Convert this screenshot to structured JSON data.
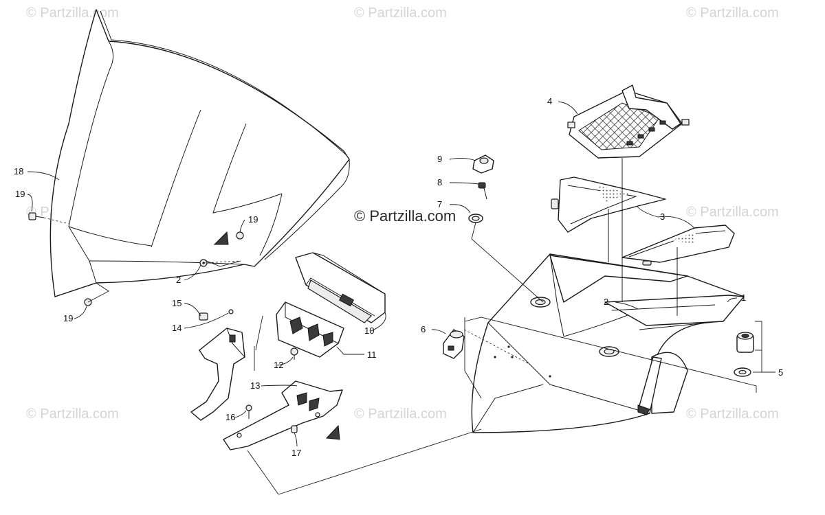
{
  "watermarks": {
    "text": "© Partzilla.com",
    "center_text": "© Partzilla.com"
  },
  "callouts": [
    "1",
    "2",
    "3",
    "4",
    "5",
    "6",
    "7",
    "8",
    "9",
    "10",
    "11",
    "12",
    "13",
    "14",
    "15",
    "16",
    "17",
    "18",
    "19"
  ],
  "colors": {
    "line": "#1a1a1a",
    "watermark": "#d4d4d4",
    "background": "#ffffff"
  }
}
